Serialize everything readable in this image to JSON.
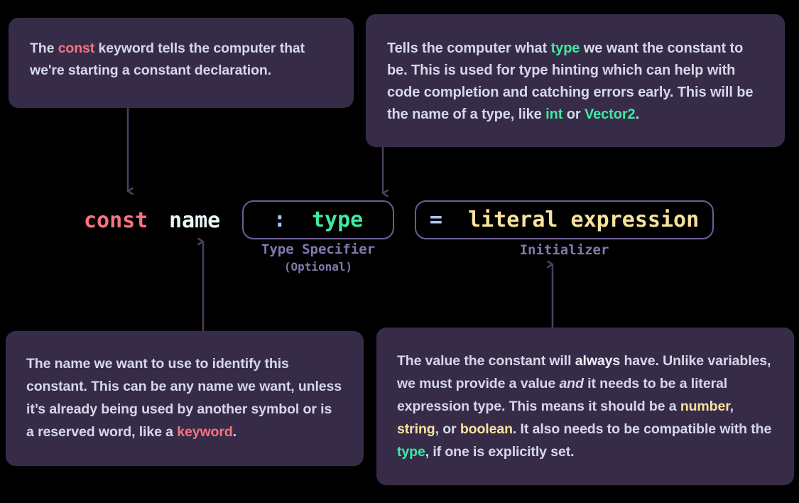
{
  "background": "#000000",
  "theme": {
    "panel_bg": "#372C48",
    "panel_text": "#D5D8E8",
    "keyword_red": "#F8737F",
    "type_green": "#3FE8A4",
    "literal_yellow": "#F8E39B",
    "punct_blue": "#A8C4F0",
    "box_border": "#6D5E96",
    "caption_purple": "#8279B0",
    "arrow_purple": "#4A3E60",
    "name_white": "#E9F6FA"
  },
  "syntax": {
    "keyword": "const",
    "name": "name",
    "type_specifier": {
      "colon": ":",
      "type_word": "type",
      "caption": "Type Specifier",
      "caption_optional": "(Optional)"
    },
    "initializer": {
      "equals": "=",
      "literal": "literal expression",
      "caption": "Initializer"
    }
  },
  "panels": {
    "const": {
      "id": "panel-const",
      "segments": [
        {
          "text": "The ",
          "style": "normal"
        },
        {
          "text": "const",
          "style": "red"
        },
        {
          "text": " keyword tells the computer that we're starting a constant declaration.",
          "style": "normal"
        }
      ],
      "plain": "The const keyword tells the computer that we're starting a constant declaration."
    },
    "type": {
      "id": "panel-type",
      "segments": [
        {
          "text": "Tells the computer what ",
          "style": "normal"
        },
        {
          "text": "type",
          "style": "green"
        },
        {
          "text": " we want the constant to be. This is used for type hinting which can help with code completion and catching errors early. This will be the name of a type, like ",
          "style": "normal"
        },
        {
          "text": "int",
          "style": "green"
        },
        {
          "text": " or ",
          "style": "normal"
        },
        {
          "text": "Vector2",
          "style": "green"
        },
        {
          "text": ".",
          "style": "normal"
        }
      ],
      "plain": "Tells the computer what type we want the constant to be. This is used for type hinting which can help with code completion and catching errors early. This will be the name of a type, like int or Vector2."
    },
    "name": {
      "id": "panel-name",
      "segments": [
        {
          "text": "The name we want to use to identify this constant. This can be any name we want, unless it’s already being used by another symbol or is a reserved word, like a ",
          "style": "normal"
        },
        {
          "text": "keyword",
          "style": "red"
        },
        {
          "text": ".",
          "style": "normal"
        }
      ],
      "plain": "The name we want to use to identify this constant. This can be any name we want, unless it’s already being used by another symbol or is a reserved word, like a keyword."
    },
    "value": {
      "id": "panel-value",
      "segments": [
        {
          "text": "The value the constant will ",
          "style": "normal"
        },
        {
          "text": "always",
          "style": "bold"
        },
        {
          "text": " have. Unlike variables, we must provide a value ",
          "style": "normal"
        },
        {
          "text": "and",
          "style": "italic"
        },
        {
          "text": " it needs to be a literal expression type. This means it should be a ",
          "style": "normal"
        },
        {
          "text": "number",
          "style": "yellow"
        },
        {
          "text": ", ",
          "style": "normal"
        },
        {
          "text": "string",
          "style": "yellow"
        },
        {
          "text": ", or ",
          "style": "normal"
        },
        {
          "text": "boolean",
          "style": "yellow"
        },
        {
          "text": ". It also needs to be compatible with the ",
          "style": "normal"
        },
        {
          "text": "type",
          "style": "green"
        },
        {
          "text": ", if one is explicitly set.",
          "style": "normal"
        }
      ],
      "plain": "The value the constant will always have. Unlike variables, we must provide a value and it needs to be a literal expression type. This means it should be a number, string, or boolean. It also needs to be compatible with the type, if one is explicitly set."
    }
  },
  "arrows": [
    {
      "name": "arrow-const-to-keyword",
      "direction": "down",
      "from": "panel-const",
      "to": "const-keyword"
    },
    {
      "name": "arrow-type-to-type-specifier",
      "direction": "down",
      "from": "panel-type",
      "to": "type-specifier-box"
    },
    {
      "name": "arrow-name-to-name",
      "direction": "up",
      "from": "panel-name",
      "to": "name-token"
    },
    {
      "name": "arrow-value-to-initializer",
      "direction": "up",
      "from": "panel-value",
      "to": "initializer-box"
    }
  ]
}
